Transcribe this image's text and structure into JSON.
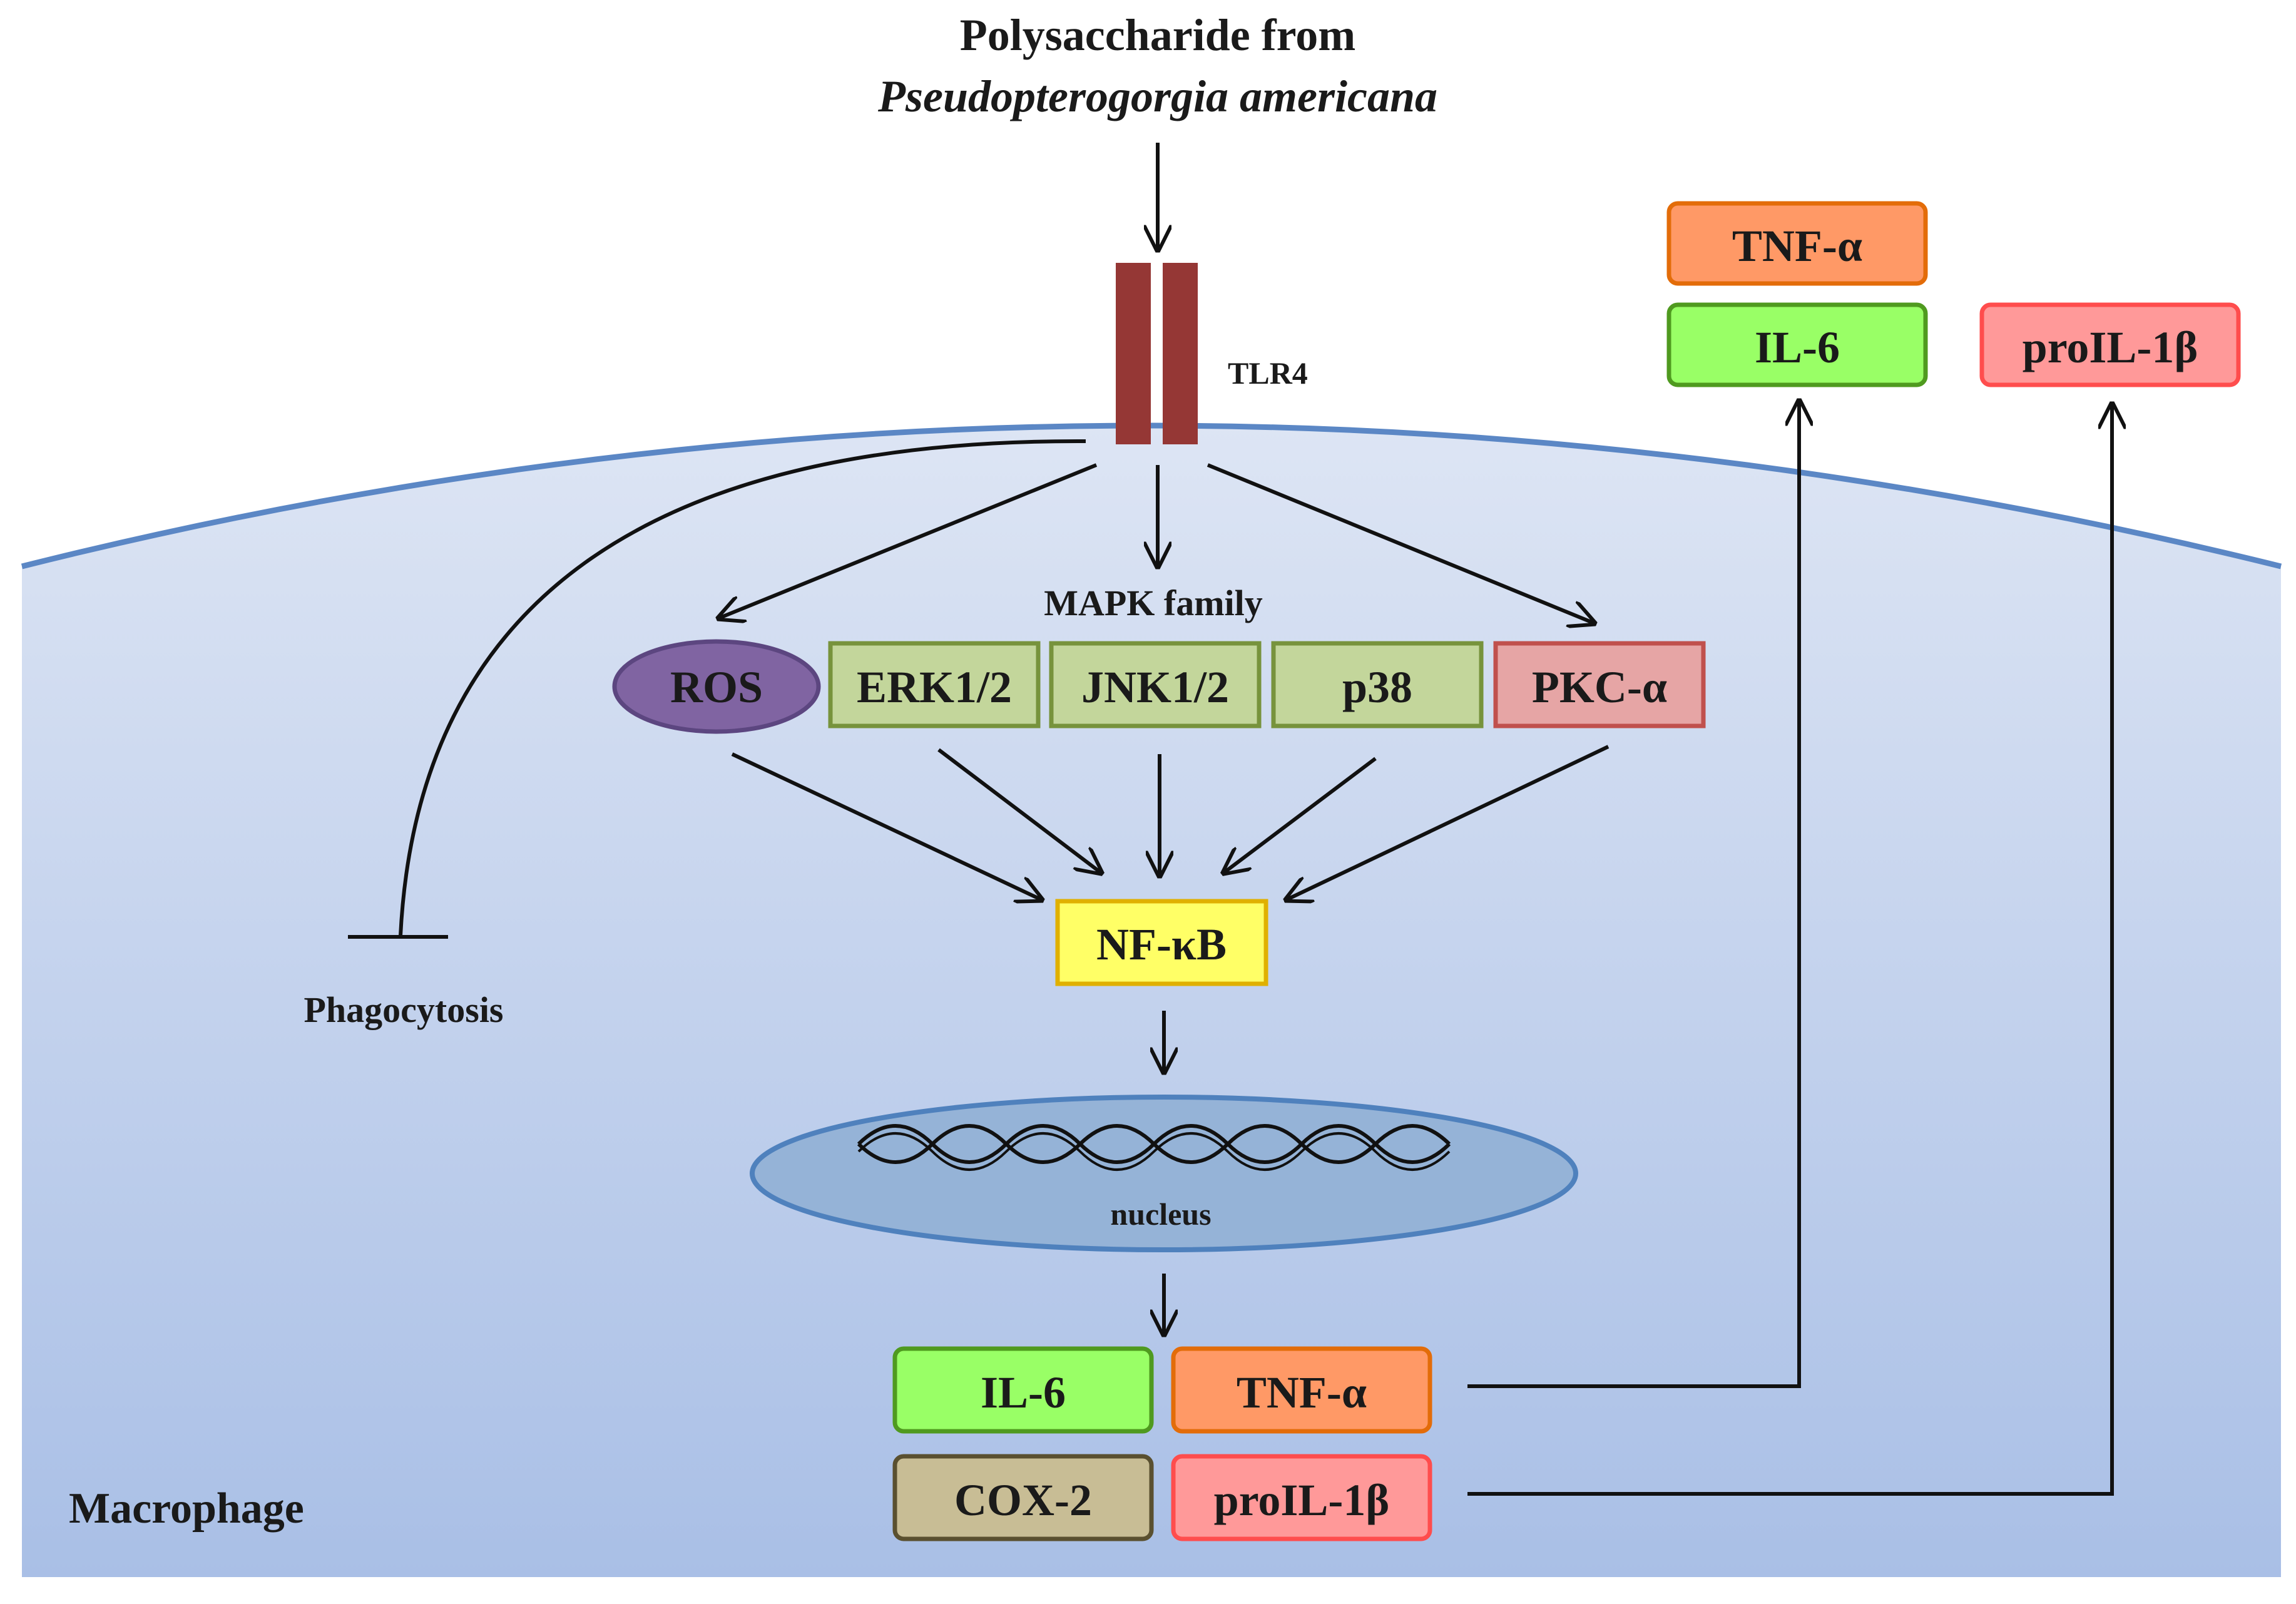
{
  "diagram": {
    "title_line1": "Polysaccharide from",
    "title_line2": "Pseudopterogorgia americana",
    "receptor": "TLR4",
    "mapk_family": "MAPK family",
    "nodes": {
      "ros": "ROS",
      "erk": "ERK1/2",
      "jnk": "JNK1/2",
      "p38": "p38",
      "pkc": "PKC-α",
      "nfkb": "NF-κB",
      "nucleus": "nucleus",
      "phagocytosis": "Phagocytosis",
      "macrophage": "Macrophage"
    },
    "outputs": {
      "il6": "IL-6",
      "tnf": "TNF-α",
      "cox2": "COX-2",
      "proil1b": "proIL-1β"
    },
    "secreted": {
      "tnf": "TNF-α",
      "il6": "IL-6",
      "proil1b": "proIL-1β"
    },
    "colors": {
      "cell_top": "#d9e2f2",
      "cell_bottom": "#a9bfe6",
      "membrane": "#5b87c5",
      "receptor": "#953735",
      "ros_fill": "#8064a2",
      "mapk_fill": "#c3d69b",
      "mapk_stroke": "#77933c",
      "pkc_fill": "#e6a5a5",
      "pkc_stroke": "#c0504d",
      "nfkb_fill": "#ffff66",
      "nfkb_stroke": "#e0b000",
      "nucleus_fill": "#95b3d7",
      "nucleus_stroke": "#4f81bd",
      "il6_fill": "#99ff66",
      "il6_stroke": "#4f9a1f",
      "tnf_fill": "#ff9966",
      "tnf_stroke": "#e36c09",
      "cox2_fill": "#c8bd95",
      "cox2_stroke": "#5a5030",
      "proil_fill": "#ff9999",
      "proil_stroke": "#ff4d4d"
    }
  }
}
